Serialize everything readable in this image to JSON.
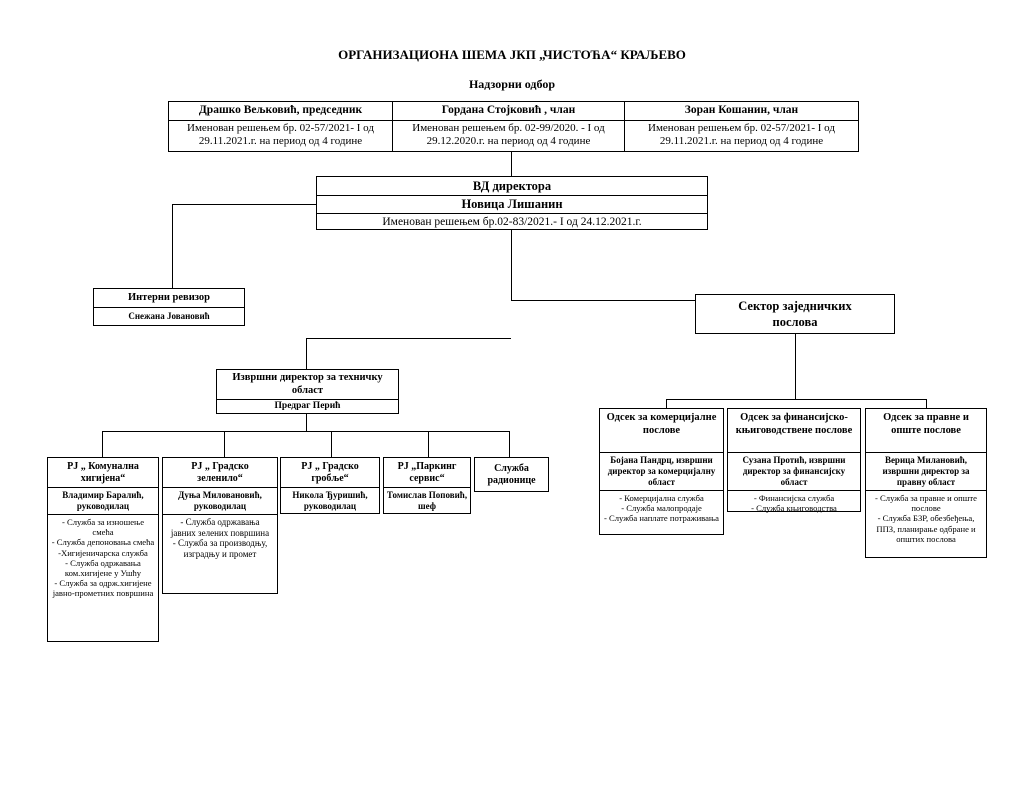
{
  "title": "ОРГАНИЗАЦИОНА ШЕМА ЈКП „ЧИСТОЋА“ КРАЉЕВО",
  "supervisory_board": {
    "heading": "Надзорни одбор",
    "members": [
      {
        "name": "Драшко Вељковић, председник",
        "note": "Именован решењем бр. 02-57/2021- I од 29.11.2021.г. на период од 4 године"
      },
      {
        "name": "Гордана Стојковић , члан",
        "note": "Именован решењем бр. 02-99/2020. - I од 29.12.2020.г. на период од 4 године"
      },
      {
        "name": "Зоран Кошанин, члан",
        "note": "Именован решењем бр. 02-57/2021- I од 29.11.2021.г. на период од 4 године"
      }
    ]
  },
  "director": {
    "title": "ВД директора",
    "name": "Новица Лишанин",
    "note": "Именован решењем бр.02-83/2021.- I од 24.12.2021.г."
  },
  "internal_auditor": {
    "title": "Интерни ревизор",
    "name": "Снежана Јовановић"
  },
  "common_affairs": {
    "title": "Сектор заједничких послова"
  },
  "technical_director": {
    "title": "Извршни директор за техничку област",
    "name": "Предраг Перић"
  },
  "units": [
    {
      "title": "РЈ „ Комунална хигијена“",
      "head": "Владимир Баралић, руководилац",
      "services": [
        "- Служба за изношење смећа",
        "- Служба депоновања смећа",
        "-Хигијеничарска служба",
        "- Служба одржавања ком.хигијене у Ушћу",
        "- Служба за одрж.хигијене јавно-прометних површина"
      ]
    },
    {
      "title": "РЈ „ Градско зеленило“",
      "head": "Дуња Миловановић, руководилац",
      "services": [
        "- Служба одржавања јавних зелених површина",
        "- Служба за производњу, изградњу и промет"
      ]
    },
    {
      "title": "РЈ „ Градско гробље“",
      "head": "Никола Ђуришић, руководилац",
      "services": []
    },
    {
      "title": "РЈ „Паркинг сервис“",
      "head": "Томислав Поповић, шеф",
      "services": []
    },
    {
      "title": "Служба радионице",
      "head": "",
      "services": []
    }
  ],
  "departments": [
    {
      "title": "Одсек за комерцијалне послове",
      "head": "Бојана Пандрц, извршни директор за комерцијалну област",
      "services": [
        "- Комерцијална служба",
        "- Служба малопродаје",
        "- Служба наплате потраживања"
      ]
    },
    {
      "title": "Одсек за финансијско-књиговодствене послове",
      "head": "Сузана Протић, извршни директор за финансијску област",
      "services": [
        "- Финансијска служба",
        "- Служба књиговодства"
      ]
    },
    {
      "title": "Одсек за правне и опште послове",
      "head": "Верица Милановић, извршни директор за правну област",
      "services": [
        "- Служба за правне и опште послове",
        "- Служба БЗР, обезбеђења, ППЗ, планирање одбране и општих послова"
      ]
    }
  ]
}
